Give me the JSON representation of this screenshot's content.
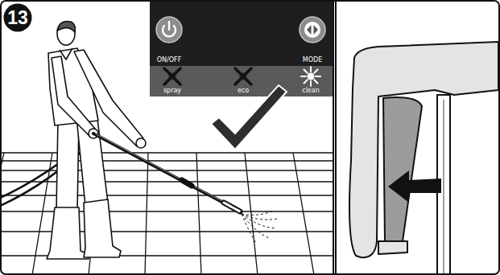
{
  "diagram": {
    "nodes": [
      {
        "text": [
          "13"
        ]
      },
      {
        "text": [
          "ON/OFF"
        ]
      },
      {
        "text": [
          "MODE"
        ]
      },
      {
        "text": [
          "spray"
        ]
      },
      {
        "text": [
          "eco"
        ]
      },
      {
        "text": [
          "clean"
        ]
      }
    ]
  }
}
